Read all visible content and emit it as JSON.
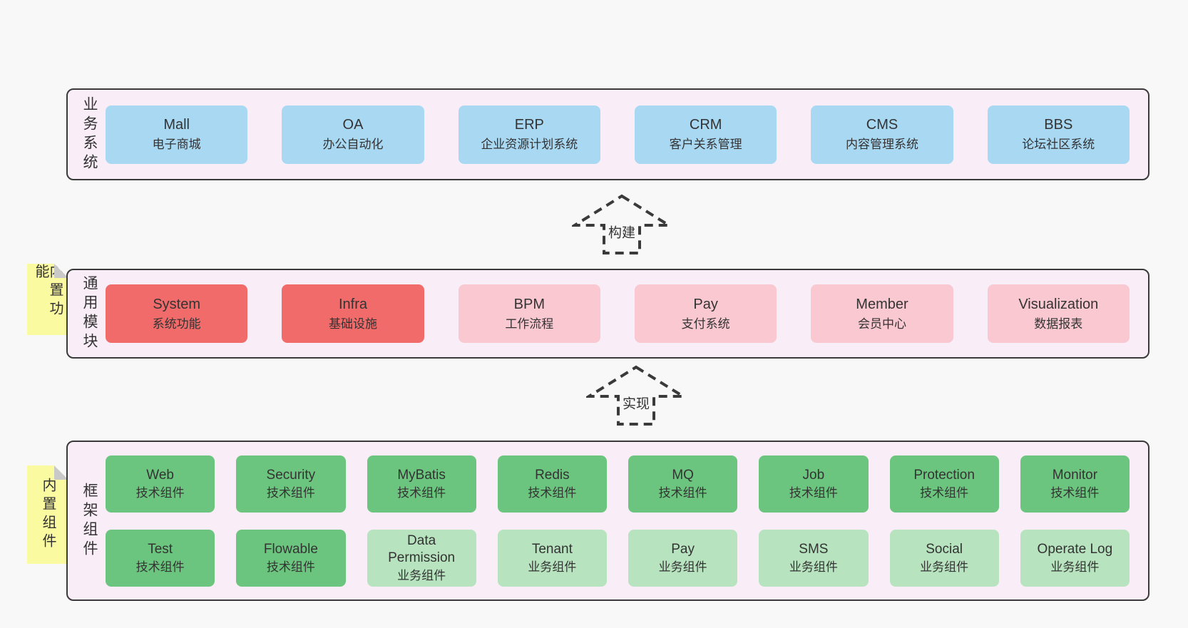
{
  "colors": {
    "page-bg": "#f8f8f8",
    "panel-bg": "#f9eef7",
    "panel-border": "#3a3a3a",
    "text": "#333333",
    "blue": "#a9d8f3",
    "red": "#f16b6b",
    "pink": "#f9c8d1",
    "green": "#6cc57e",
    "light-green": "#b7e3bf",
    "yellow": "#fafaa0",
    "fold": "#c9c9c9"
  },
  "business": {
    "label": "业务系统",
    "items": [
      {
        "name": "Mall",
        "desc": "电子商城"
      },
      {
        "name": "OA",
        "desc": "办公自动化"
      },
      {
        "name": "ERP",
        "desc": "企业资源计划系统"
      },
      {
        "name": "CRM",
        "desc": "客户关系管理"
      },
      {
        "name": "CMS",
        "desc": "内容管理系统"
      },
      {
        "name": "BBS",
        "desc": "论坛社区系统"
      }
    ]
  },
  "modules": {
    "label": "通用模块",
    "sticky": "内置功能",
    "items": [
      {
        "name": "System",
        "desc": "系统功能"
      },
      {
        "name": "Infra",
        "desc": "基础设施"
      },
      {
        "name": "BPM",
        "desc": "工作流程"
      },
      {
        "name": "Pay",
        "desc": "支付系统"
      },
      {
        "name": "Member",
        "desc": "会员中心"
      },
      {
        "name": "Visualization",
        "desc": "数据报表"
      }
    ]
  },
  "components": {
    "label": "框架组件",
    "sticky": "内置组件",
    "row1": [
      {
        "name": "Web",
        "desc": "技术组件"
      },
      {
        "name": "Security",
        "desc": "技术组件"
      },
      {
        "name": "MyBatis",
        "desc": "技术组件"
      },
      {
        "name": "Redis",
        "desc": "技术组件"
      },
      {
        "name": "MQ",
        "desc": "技术组件"
      },
      {
        "name": "Job",
        "desc": "技术组件"
      },
      {
        "name": "Protection",
        "desc": "技术组件"
      },
      {
        "name": "Monitor",
        "desc": "技术组件"
      }
    ],
    "row2": [
      {
        "name": "Test",
        "desc": "技术组件"
      },
      {
        "name": "Flowable",
        "desc": "技术组件"
      },
      {
        "name": "Data Permission",
        "desc": "业务组件"
      },
      {
        "name": "Tenant",
        "desc": "业务组件"
      },
      {
        "name": "Pay",
        "desc": "业务组件"
      },
      {
        "name": "SMS",
        "desc": "业务组件"
      },
      {
        "name": "Social",
        "desc": "业务组件"
      },
      {
        "name": "Operate Log",
        "desc": "业务组件"
      }
    ]
  },
  "arrows": [
    {
      "label": "构建"
    },
    {
      "label": "实现"
    }
  ]
}
